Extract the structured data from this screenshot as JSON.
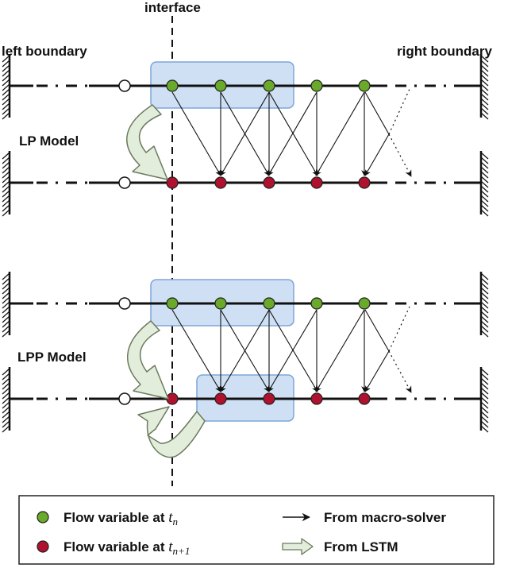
{
  "labels": {
    "interface": "interface",
    "left_boundary": "left boundary",
    "right_boundary": "right boundary",
    "lp_model": "LP Model",
    "lpp_model": "LPP Model"
  },
  "legend": {
    "flow_tn_text": "Flow variable at ",
    "flow_tn_math": "t",
    "flow_tn_sub": "n",
    "flow_tn1_text": "Flow variable at ",
    "flow_tn1_math": "t",
    "flow_tn1_sub": "n+1",
    "macro_solver": "From macro-solver",
    "lstm": "From LSTM"
  },
  "colors": {
    "green_node": "#6aaa2a",
    "red_node": "#b0122e",
    "highlight_fill": "#cfe0f4",
    "highlight_stroke": "#7ea6d8",
    "lstm_arrow_fill": "#e2eedb",
    "lstm_arrow_stroke": "#6b7a5e",
    "line": "#111111"
  },
  "icons": {
    "wall": "hatched-wall-icon",
    "arrow": "arrow-icon",
    "lstm": "hollow-arrow-icon"
  }
}
